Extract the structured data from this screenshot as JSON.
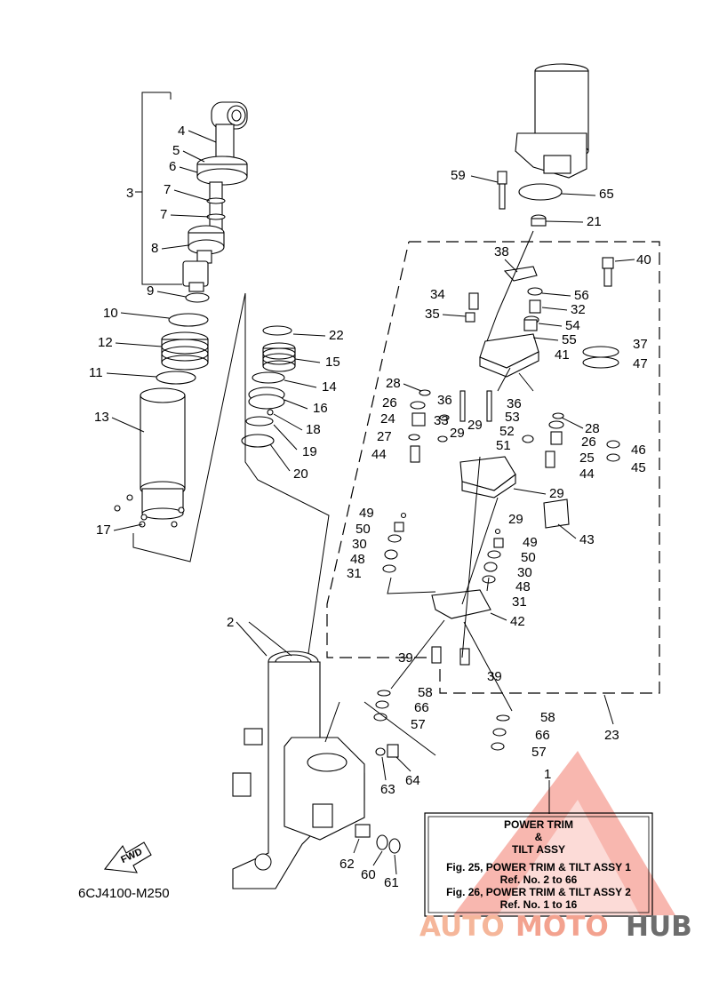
{
  "diagram_code": "6CJ4100-M250",
  "fwd_label": "FWD",
  "info_box": {
    "part_no": "1",
    "title_line1": "POWER TRIM",
    "title_amp": "&",
    "title_line2": "TILT ASSY",
    "ref1_line1": "Fig. 25, POWER TRIM & TILT ASSY 1",
    "ref1_line2": "Ref. No. 2 to 66",
    "ref2_line1": "Fig. 26, POWER TRIM & TILT ASSY 2",
    "ref2_line2": "Ref. No. 1 to 16"
  },
  "watermark": {
    "part1": "AUTO",
    "part2": "MOTO",
    "part3": "HUB",
    "color1": "#f5b69a",
    "color2": "#f3a28f",
    "color3": "#6d6d6d",
    "logo_color": "#f06a5a"
  },
  "callouts": [
    "2",
    "3",
    "4",
    "5",
    "6",
    "7",
    "7",
    "8",
    "9",
    "10",
    "11",
    "12",
    "13",
    "17",
    "22",
    "15",
    "14",
    "16",
    "18",
    "19",
    "20",
    "59",
    "65",
    "21",
    "38",
    "40",
    "34",
    "56",
    "32",
    "35",
    "54",
    "55",
    "37",
    "41",
    "47",
    "28",
    "36",
    "36",
    "26",
    "53",
    "28",
    "24",
    "33",
    "29",
    "29",
    "52",
    "26",
    "27",
    "51",
    "46",
    "25",
    "45",
    "44",
    "44",
    "29",
    "49",
    "50",
    "29",
    "43",
    "30",
    "49",
    "48",
    "50",
    "31",
    "30",
    "48",
    "31",
    "42",
    "39",
    "39",
    "58",
    "66",
    "57",
    "23",
    "58",
    "66",
    "57",
    "63",
    "64",
    "62",
    "60",
    "61"
  ]
}
